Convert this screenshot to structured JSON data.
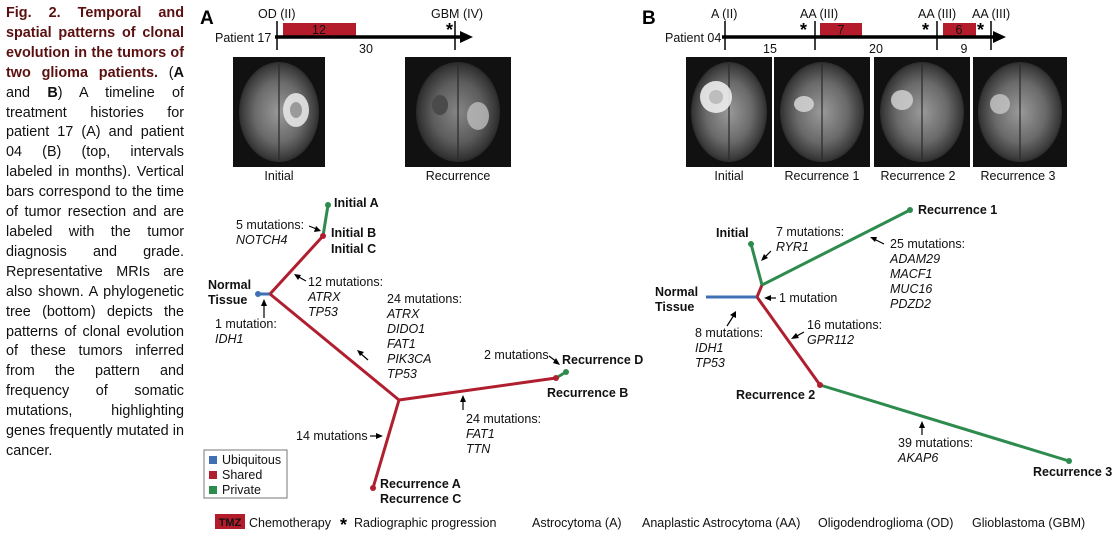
{
  "caption": {
    "title": "Fig. 2. Temporal and spatial patterns of clonal evolution in the tumors of two glioma patients.",
    "p1": " (",
    "a": "A",
    "p2": " and ",
    "b": "B",
    "p3": ") A timeline of treatment histories for patient 17 (A) and patient 04 (B) (top, intervals labeled in months). Vertical bars correspond to the time of tumor resection and are labeled with the tumor diagnosis and grade. Representative MRIs are also shown. A phylogenetic tree (bottom) depicts the patterns of clonal evolution of these tumors inferred from the pattern and frequency of somatic mutations, highlighting genes frequently mutated in cancer."
  },
  "panelA": {
    "letter": "A",
    "patient": "Patient 17",
    "res1": "OD (II)",
    "res2": "GBM (IV)",
    "star": "*",
    "tmz_months": "12",
    "interval": "30",
    "mri1": "Initial",
    "mri2": "Recurrence",
    "tree": {
      "initialA": "Initial A",
      "initialB": "Initial B",
      "initialC": "Initial C",
      "normal1": "Normal",
      "normal2": "Tissue",
      "m5": "5 mutations:",
      "m5g": "NOTCH4",
      "m12": "12 mutations:",
      "m12g1": "ATRX",
      "m12g2": "TP53",
      "m1": "1 mutation:",
      "m1g": "IDH1",
      "m24": "24 mutations:",
      "m24g1": "ATRX",
      "m24g2": "DIDO1",
      "m24g3": "FAT1",
      "m24g4": "PIK3CA",
      "m24g5": "TP53",
      "m2": "2 mutations",
      "recD": "Recurrence D",
      "recB": "Recurrence B",
      "m24b": "24 mutations:",
      "m24bg1": "FAT1",
      "m24bg2": "TTN",
      "m14": "14 mutations",
      "recA": "Recurrence A",
      "recC": "Recurrence C"
    },
    "legend": [
      "Ubiquitous",
      "Shared",
      "Private"
    ]
  },
  "panelB": {
    "letter": "B",
    "patient": "Patient 04",
    "res1": "A (II)",
    "res2": "AA (III)",
    "res3": "AA (III)",
    "res4": "AA (III)",
    "star": "*",
    "tmz1": "7",
    "tmz2": "6",
    "int1": "15",
    "int2": "20",
    "int3": "9",
    "mri": [
      "Initial",
      "Recurrence 1",
      "Recurrence 2",
      "Recurrence 3"
    ],
    "tree": {
      "rec1": "Recurrence 1",
      "initial": "Initial",
      "m7": "7 mutations:",
      "m7g": "RYR1",
      "m25": "25 mutations:",
      "m25g1": "ADAM29",
      "m25g2": "MACF1",
      "m25g3": "MUC16",
      "m25g4": "PDZD2",
      "normal1": "Normal",
      "normal2": "Tissue",
      "m1": "1 mutation",
      "m8": "8 mutations:",
      "m8g1": "IDH1",
      "m8g2": "TP53",
      "m16": "16 mutations:",
      "m16g": "GPR112",
      "rec2": "Recurrence 2",
      "m39": "39 mutations:",
      "m39g": "AKAP6",
      "rec3": "Recurrence 3"
    }
  },
  "footer": {
    "tmz": "TMZ",
    "chemo": "Chemotherapy",
    "star": "*",
    "radio": "Radiographic progression",
    "a": "Astrocytoma (A)",
    "aa": "Anaplastic Astrocytoma (AA)",
    "od": "Oligodendroglioma (OD)",
    "gbm": "Glioblastoma (GBM)"
  },
  "colors": {
    "ubiquitous": "#3f6fb5",
    "shared": "#b01f2f",
    "private": "#2e8b4e",
    "tmz": "#b51c2b",
    "caption_title": "#5a1010"
  }
}
